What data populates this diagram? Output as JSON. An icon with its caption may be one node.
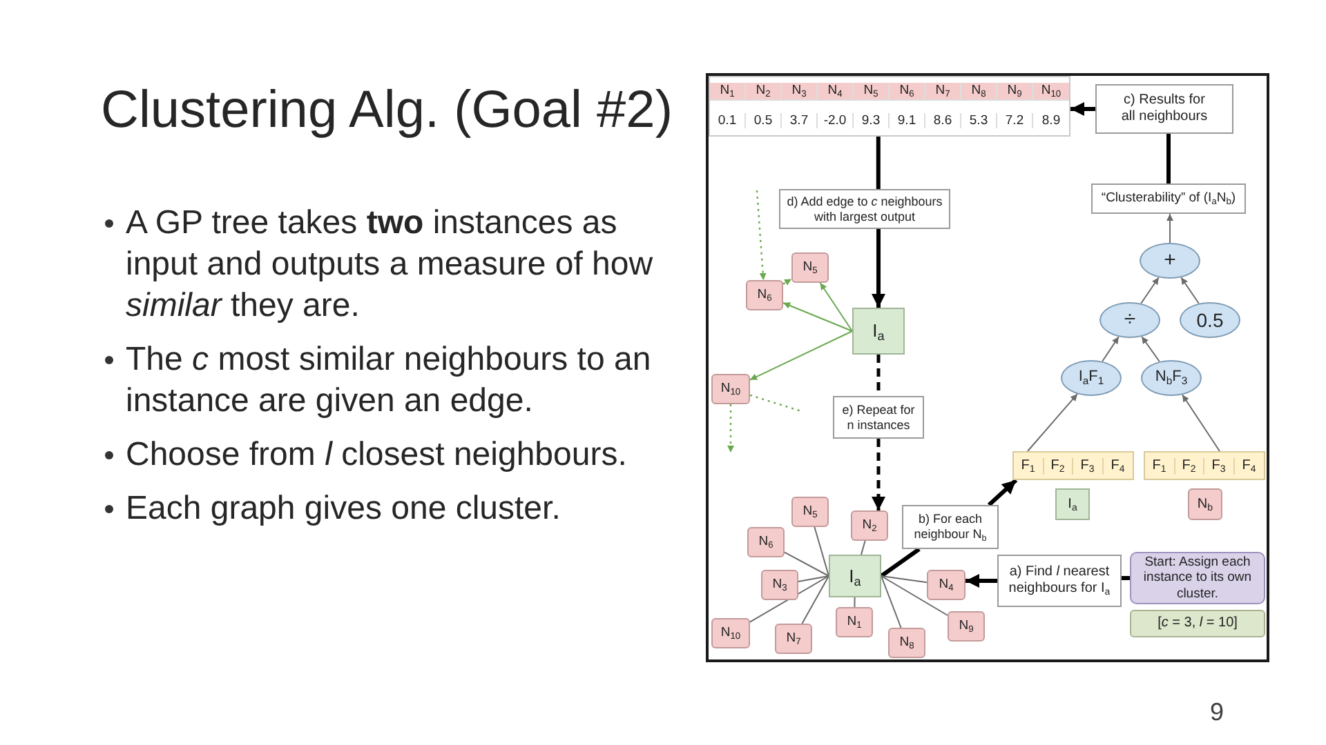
{
  "diagram": {
    "title": "Clustering Alg. (Goal #2)",
    "nodes": [
      {
        "text": [
          "N$_{1}$",
          "N$_{2}$",
          "N$_{3}$",
          "N$_{4}$",
          "N$_{5}$",
          "N$_{6}$",
          "N$_{7}$",
          "N$_{8}$",
          "N$_{9}$",
          "N$_{10}$",
          "0.1",
          "0.5",
          "3.7",
          "-2.0",
          "9.3",
          "9.1",
          "8.6",
          "5.3",
          "7.2",
          "8.9"
        ]
      },
      {
        "text": [
          "c) Results for all neighbours"
        ]
      },
      {
        "text": [
          "d) Add edge to *c* neighbours with largest output"
        ]
      },
      {
        "text": [
          "“Clusterability” of (I$_{a}$N$_{b}$)"
        ]
      },
      {
        "text": [
          "+"
        ]
      },
      {
        "text": [
          "÷"
        ]
      },
      {
        "text": [
          "0.5"
        ]
      },
      {
        "text": [
          "I$_{a}$F$_{1}$"
        ]
      },
      {
        "text": [
          "N$_{b}$F$_{3}$"
        ]
      },
      {
        "text": [
          "N$_{5}$"
        ]
      },
      {
        "text": [
          "N$_{6}$"
        ]
      },
      {
        "text": [
          "I$_{a}$"
        ]
      },
      {
        "text": [
          "N$_{10}$"
        ]
      },
      {
        "text": [
          "e) Repeat for n instances"
        ]
      },
      {
        "text": [
          "F$_{1}$",
          "F$_{2}$",
          "F$_{3}$",
          "F$_{4}$"
        ]
      },
      {
        "text": [
          "F$_{1}$",
          "F$_{2}$",
          "F$_{3}$",
          "F$_{4}$"
        ]
      },
      {
        "text": [
          "I$_{a}$"
        ]
      },
      {
        "text": [
          "N$_{b}$"
        ]
      },
      {
        "text": [
          "b) For each neighbour N$_{b}$"
        ]
      },
      {
        "text": [
          "N$_{5}$"
        ]
      },
      {
        "text": [
          "N$_{2}$"
        ]
      },
      {
        "text": [
          "N$_{6}$"
        ]
      },
      {
        "text": [
          "I$_{a}$"
        ]
      },
      {
        "text": [
          "N$_{3}$"
        ]
      },
      {
        "text": [
          "N$_{4}$"
        ]
      },
      {
        "text": [
          "a) Find *l* nearest neighbours for I$_{a}$"
        ]
      },
      {
        "text": [
          "Start: Assign each instance to its own cluster."
        ]
      },
      {
        "text": [
          "[*c* = 3, *l* = 10]"
        ]
      },
      {
        "text": [
          "N$_{10}$"
        ]
      },
      {
        "text": [
          "N$_{7}$"
        ]
      },
      {
        "text": [
          "N$_{1}$"
        ]
      },
      {
        "text": [
          "N$_{8}$"
        ]
      },
      {
        "text": [
          "N$_{9}$"
        ]
      }
    ],
    "edges": [
      {
        "from": 1,
        "to": 0,
        "arrow": "to",
        "style": "thick",
        "color": "#000000"
      },
      {
        "from": 3,
        "to": 1,
        "arrow": "none",
        "style": "thick",
        "color": "#000000"
      },
      {
        "from": 4,
        "to": 3,
        "arrow": "to"
      },
      {
        "from": 5,
        "to": 4,
        "arrow": "to"
      },
      {
        "from": 6,
        "to": 4,
        "arrow": "to"
      },
      {
        "from": 7,
        "to": 5,
        "arrow": "to"
      },
      {
        "from": 8,
        "to": 5,
        "arrow": "to"
      },
      {
        "from": 14,
        "to": 7,
        "arrow": "to"
      },
      {
        "from": 15,
        "to": 8,
        "arrow": "to"
      },
      {
        "from": 0,
        "to": 2,
        "arrow": "none",
        "style": "thick",
        "color": "#000000"
      },
      {
        "from": 2,
        "to": 11,
        "arrow": "to",
        "style": "thick",
        "color": "#000000"
      },
      {
        "from": 11,
        "to": 9,
        "arrow": "to",
        "color": "#6aa84f"
      },
      {
        "from": 11,
        "to": 10,
        "arrow": "to",
        "color": "#6aa84f"
      },
      {
        "from": 11,
        "to": 12,
        "arrow": "to",
        "color": "#6aa84f"
      },
      {
        "from": null,
        "to": 10,
        "arrow": "to",
        "style": "dashed",
        "color": "#6aa84f"
      },
      {
        "from": 10,
        "to": 9,
        "arrow": "to",
        "style": "dashed",
        "color": "#6aa84f"
      },
      {
        "from": 12,
        "to": null,
        "arrow": "none",
        "style": "dashed",
        "color": "#6aa84f"
      },
      {
        "from": 12,
        "to": null,
        "arrow": "to",
        "style": "dashed",
        "color": "#6aa84f"
      },
      {
        "from": 11,
        "to": 13,
        "arrow": "none",
        "style": "dashed",
        "color": "#000000"
      },
      {
        "from": 13,
        "to": 20,
        "arrow": "to",
        "style": "dashed",
        "color": "#000000"
      },
      {
        "from": 22,
        "to": 18,
        "arrow": "none",
        "style": "thick",
        "color": "#000000"
      },
      {
        "from": 18,
        "to": 14,
        "arrow": "to",
        "style": "thick",
        "color": "#000000"
      },
      {
        "from": 25,
        "to": 24,
        "arrow": "to",
        "style": "thick",
        "color": "#000000"
      },
      {
        "from": 26,
        "to": 25,
        "arrow": "none",
        "style": "thick",
        "color": "#000000"
      },
      {
        "from": 22,
        "to": 19,
        "arrow": "none"
      },
      {
        "from": 22,
        "to": 20,
        "arrow": "none"
      },
      {
        "from": 22,
        "to": 21,
        "arrow": "none"
      },
      {
        "from": 22,
        "to": 23,
        "arrow": "none"
      },
      {
        "from": 22,
        "to": 24,
        "arrow": "none"
      },
      {
        "from": 22,
        "to": 28,
        "arrow": "none"
      },
      {
        "from": 22,
        "to": 29,
        "arrow": "none"
      },
      {
        "from": 22,
        "to": 30,
        "arrow": "none"
      },
      {
        "from": 22,
        "to": 31,
        "arrow": "none"
      },
      {
        "from": 22,
        "to": 32,
        "arrow": "none"
      }
    ],
    "labels": [
      "A GP tree takes **two** instances as input and outputs a measure of how *similar* they are.",
      "The *c* most similar neighbours to an instance are given an edge.",
      "Choose from *l* closest neighbours.",
      "Each graph gives one cluster.",
      "9"
    ]
  }
}
